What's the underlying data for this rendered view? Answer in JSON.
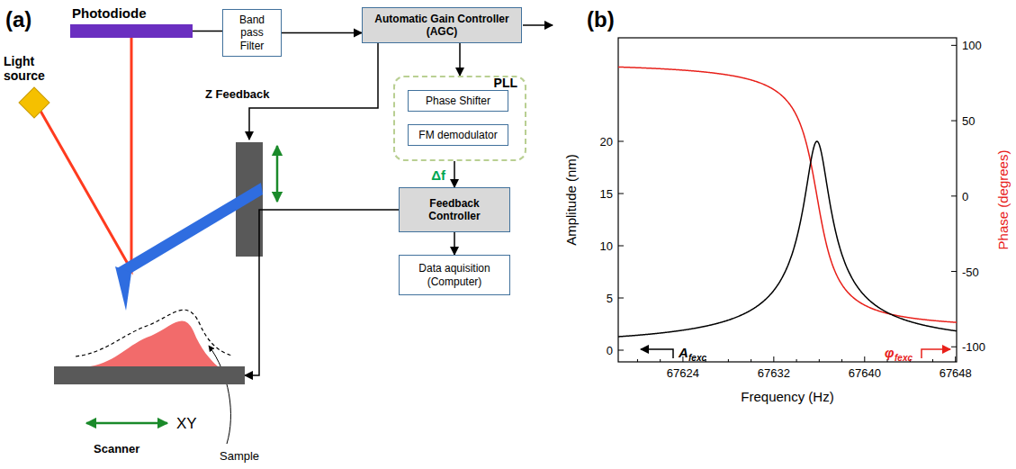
{
  "diagram": {
    "nodes": [
      {
        "text": [
          "Photodiode"
        ]
      },
      {
        "text": [
          "Band pass Filter"
        ]
      },
      {
        "text": [
          "Automatic Gain Controller (AGC)"
        ]
      },
      {
        "text": [
          "PLL"
        ]
      },
      {
        "text": [
          "Phase Shifter"
        ],
        "in": 3
      },
      {
        "text": [
          "FM demodulator"
        ],
        "in": 3
      },
      {
        "text": [
          "Feedback Controller"
        ]
      },
      {
        "text": [
          "Data aquisition (Computer)"
        ]
      },
      {
        "text": [
          "Scanner"
        ]
      }
    ],
    "edges": [
      {
        "from": 0,
        "to": 1,
        "arrow": "none"
      },
      {
        "from": 1,
        "to": 2,
        "arrow": "to"
      },
      {
        "from": 2,
        "to": 3,
        "arrow": "to"
      },
      {
        "from": 3,
        "to": 6,
        "arrow": "to",
        "label": "Δf"
      },
      {
        "from": 6,
        "to": 7,
        "arrow": "to"
      },
      {
        "from": 6,
        "to": 8,
        "arrow": "to"
      }
    ],
    "labels": [
      "(a)",
      "(b)",
      "Light source",
      "Z Feedback",
      "XY",
      "Sample",
      "Amplitude (nm)",
      "Phase (degrees)",
      "Frequency (Hz)",
      "0",
      "5",
      "10",
      "15",
      "20",
      "-100",
      "-50",
      "0",
      "50",
      "100",
      "67624",
      "67632",
      "67640",
      "67648",
      "A",
      "fexc",
      "φ",
      "fexc"
    ]
  }
}
